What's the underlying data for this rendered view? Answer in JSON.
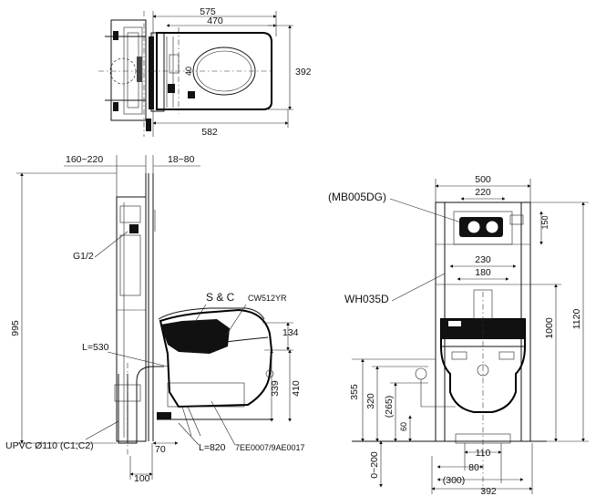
{
  "top_view": {
    "dim_575": "575",
    "dim_470": "470",
    "dim_392": "392",
    "dim_582": "582",
    "dim_40": "40"
  },
  "side_view": {
    "dim_160_220": "160~220",
    "dim_18_80": "18~80",
    "label_g12": "G1/2",
    "dim_995": "995",
    "label_sc": "S & C",
    "label_cw512yr": "CW512YR",
    "dim_134": "134",
    "label_l530": "L=530",
    "dim_339": "339",
    "dim_410": "410",
    "label_upvc": "UPVC Ø110 (C1;C2)",
    "dim_70": "70",
    "label_l820": "L=820",
    "label_7ee": "7EE0007/9AE0017",
    "dim_100": "100"
  },
  "front_view": {
    "dim_500": "500",
    "dim_220": "220",
    "label_mb005dg": "(MB005DG)",
    "dim_150": "150",
    "dim_230": "230",
    "dim_180": "180",
    "label_wh035d": "WH035D",
    "dim_1000": "1000",
    "dim_1120": "1120",
    "dim_355": "355",
    "dim_320": "320",
    "dim_265": "(265)",
    "dim_60": "60",
    "dim_0_200": "0~200",
    "dim_110": "110",
    "dim_80": "80",
    "dim_300": "(300)",
    "dim_392b": "392"
  }
}
